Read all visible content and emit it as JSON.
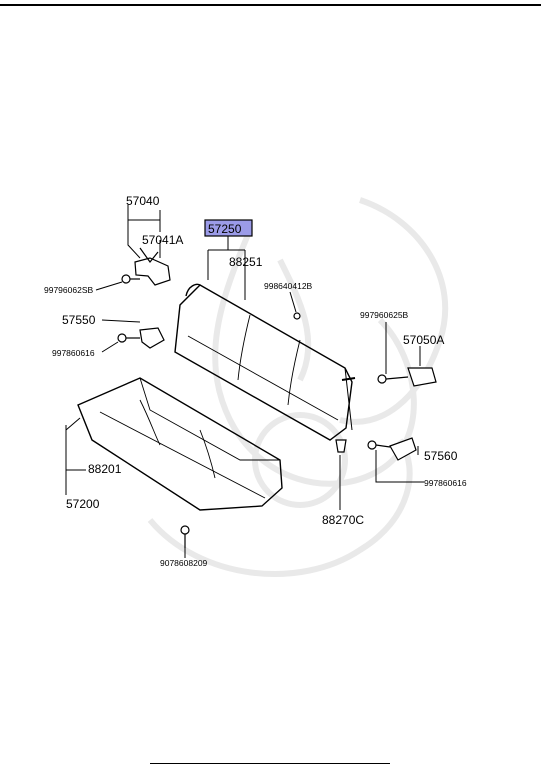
{
  "colors": {
    "highlight_fill": "#9b9be8",
    "ink": "#000000",
    "watermark": "#e9e9e9"
  },
  "labels": {
    "p57040": "57040",
    "p57041A": "57041A",
    "p57250": "57250",
    "p88251": "88251",
    "p99796062SB": "99796062SB",
    "p9986404128": "998640412B",
    "p997960625B": "997960625B",
    "p57550": "57550",
    "p997860616_left": "997860616",
    "p57050A": "57050A",
    "p88201": "88201",
    "p57200": "57200",
    "p57560": "57560",
    "p997860616_right": "997860616",
    "p88270C": "88270C",
    "p9078608209": "9078608209"
  }
}
